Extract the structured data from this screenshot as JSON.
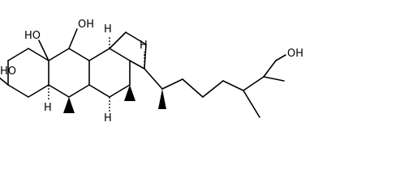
{
  "molecule": {
    "labels": {
      "oh_c6": "OH",
      "ho_c5": "HO",
      "ho_c3": "HO",
      "oh_c25": "OH",
      "h_c8": "H",
      "h_c9": "H",
      "h_c10": "H",
      "h_c14": "H"
    }
  }
}
